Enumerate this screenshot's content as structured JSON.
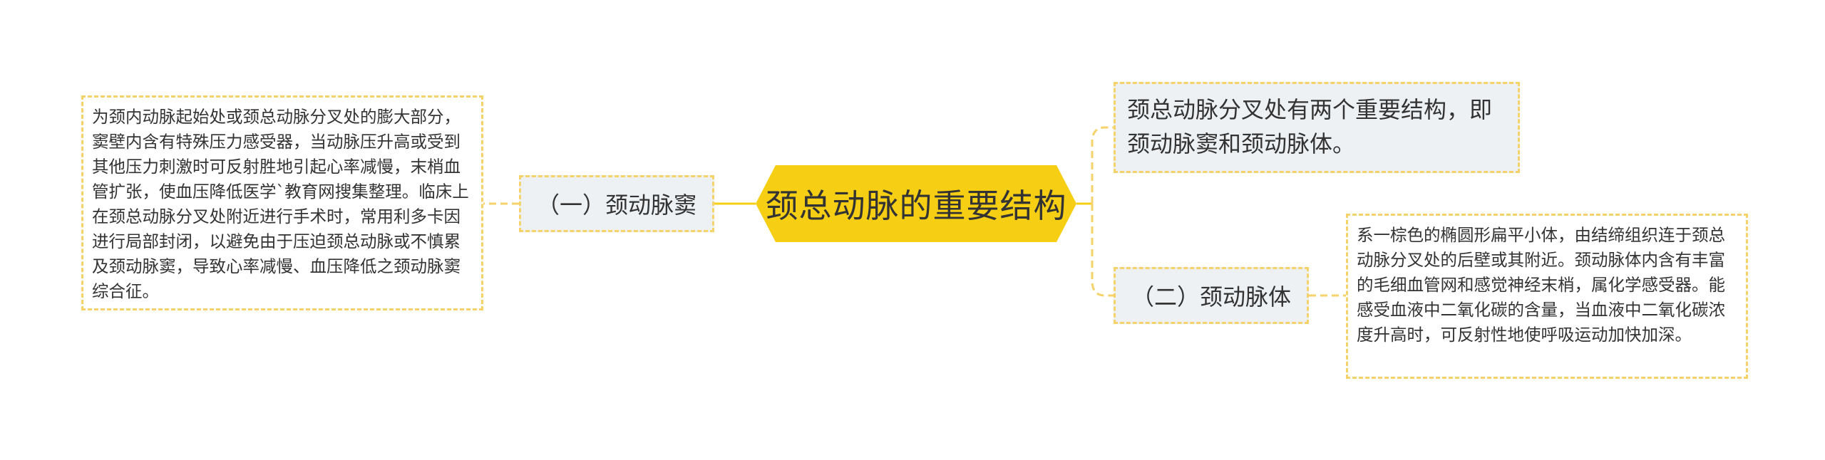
{
  "center": {
    "label": "颈总动脉的重要结构"
  },
  "branches": {
    "summary": "颈总动脉分叉处有两个重要结构，即颈动脉窦和颈动脉体。",
    "sinus": {
      "label": "（一）颈动脉窦",
      "detail": "为颈内动脉起始处或颈总动脉分叉处的膨大部分，窦壁内含有特殊压力感受器，当动脉压升高或受到其他压力刺激时可反射胜地引起心率减慢，末梢血管扩张，使血压降低医学`教育网搜集整理。临床上在颈总动脉分叉处附近进行手术时，常用利多卡因进行局部封闭，以避免由于压迫颈总动脉或不慎累及颈动脉窦，导致心率减慢、血压降低之颈动脉窦综合征。"
    },
    "body": {
      "label": "（二）颈动脉体",
      "detail": "系一棕色的椭圆形扁平小体，由结缔组织连于颈总动脉分叉处的后壁或其附近。颈动脉体内含有丰富的毛细血管网和感觉神经末梢，属化学感受器。能感受血液中二氧化碳的含量，当血液中二氧化碳浓度升高时，可反射性地使呼吸运动加快加深。"
    }
  },
  "colors": {
    "center_fill": "#f6cf14",
    "connector": "#f6cf14",
    "dashed_border": "#f5d36a",
    "branch_fill": "#eef1f4"
  }
}
